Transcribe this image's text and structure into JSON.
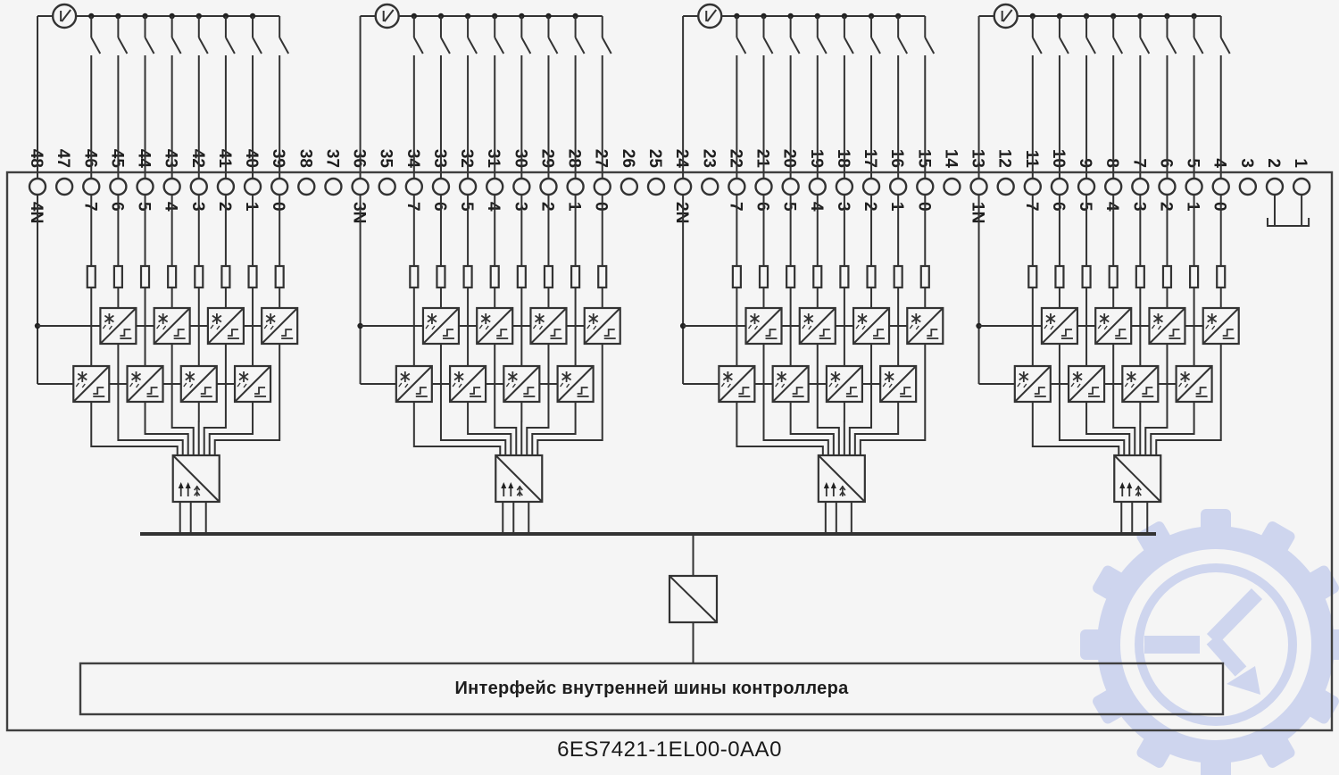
{
  "part_number": "6ES7421-1EL00-0AA0",
  "bus_interface": {
    "label": "Интерфейс внутренней шины контроллера"
  },
  "colors": {
    "background": "#f5f5f5",
    "line": "#333333",
    "text": "#1f1f1f",
    "bus_bar": "#111111",
    "watermark": "#ccd4ee"
  },
  "symbols": {
    "voltage_source": "voltage-source-icon",
    "switch": "contact-switch-icon",
    "resistor": "resistor-icon",
    "optocoupler": "optocoupler-icon",
    "mux": "group-multiplexer-icon",
    "bus_driver": "bus-driver-icon",
    "watermark_logo": "gear-with-K-arrow-icon"
  },
  "jumper_terminals": [
    "2",
    "1"
  ],
  "groups": [
    {
      "id": "group-4n",
      "power_channel": "4N",
      "power_terminal": "48",
      "input_terminals": [
        "46",
        "45",
        "44",
        "43",
        "42",
        "41",
        "40",
        "39"
      ],
      "input_channels": [
        "7",
        "6",
        "5",
        "4",
        "3",
        "2",
        "1",
        "0"
      ]
    },
    {
      "id": "group-3n",
      "power_channel": "3N",
      "power_terminal": "36",
      "input_terminals": [
        "34",
        "33",
        "32",
        "31",
        "30",
        "29",
        "28",
        "27"
      ],
      "input_channels": [
        "7",
        "6",
        "5",
        "4",
        "3",
        "2",
        "1",
        "0"
      ]
    },
    {
      "id": "group-2n",
      "power_channel": "2N",
      "power_terminal": "24",
      "input_terminals": [
        "22",
        "21",
        "20",
        "19",
        "18",
        "17",
        "16",
        "15"
      ],
      "input_channels": [
        "7",
        "6",
        "5",
        "4",
        "3",
        "2",
        "1",
        "0"
      ]
    },
    {
      "id": "group-1n",
      "power_channel": "1N",
      "power_terminal": "13",
      "input_terminals": [
        "11",
        "10",
        "9",
        "8",
        "7",
        "6",
        "5",
        "4"
      ],
      "input_channels": [
        "7",
        "6",
        "5",
        "4",
        "3",
        "2",
        "1",
        "0"
      ]
    }
  ],
  "terminals": [
    {
      "no": "48",
      "channel": "4N"
    },
    {
      "no": "47",
      "channel": ""
    },
    {
      "no": "46",
      "channel": "7"
    },
    {
      "no": "45",
      "channel": "6"
    },
    {
      "no": "44",
      "channel": "5"
    },
    {
      "no": "43",
      "channel": "4"
    },
    {
      "no": "42",
      "channel": "3"
    },
    {
      "no": "41",
      "channel": "2"
    },
    {
      "no": "40",
      "channel": "1"
    },
    {
      "no": "39",
      "channel": "0"
    },
    {
      "no": "38",
      "channel": ""
    },
    {
      "no": "37",
      "channel": ""
    },
    {
      "no": "36",
      "channel": "3N"
    },
    {
      "no": "35",
      "channel": ""
    },
    {
      "no": "34",
      "channel": "7"
    },
    {
      "no": "33",
      "channel": "6"
    },
    {
      "no": "32",
      "channel": "5"
    },
    {
      "no": "31",
      "channel": "4"
    },
    {
      "no": "30",
      "channel": "3"
    },
    {
      "no": "29",
      "channel": "2"
    },
    {
      "no": "28",
      "channel": "1"
    },
    {
      "no": "27",
      "channel": "0"
    },
    {
      "no": "26",
      "channel": ""
    },
    {
      "no": "25",
      "channel": ""
    },
    {
      "no": "24",
      "channel": "2N"
    },
    {
      "no": "23",
      "channel": ""
    },
    {
      "no": "22",
      "channel": "7"
    },
    {
      "no": "21",
      "channel": "6"
    },
    {
      "no": "20",
      "channel": "5"
    },
    {
      "no": "19",
      "channel": "4"
    },
    {
      "no": "18",
      "channel": "3"
    },
    {
      "no": "17",
      "channel": "2"
    },
    {
      "no": "16",
      "channel": "1"
    },
    {
      "no": "15",
      "channel": "0"
    },
    {
      "no": "14",
      "channel": ""
    },
    {
      "no": "13",
      "channel": "1N"
    },
    {
      "no": "12",
      "channel": ""
    },
    {
      "no": "11",
      "channel": "7"
    },
    {
      "no": "10",
      "channel": "6"
    },
    {
      "no": "9",
      "channel": "5"
    },
    {
      "no": "8",
      "channel": "4"
    },
    {
      "no": "7",
      "channel": "3"
    },
    {
      "no": "6",
      "channel": "2"
    },
    {
      "no": "5",
      "channel": "1"
    },
    {
      "no": "4",
      "channel": "0"
    },
    {
      "no": "3",
      "channel": ""
    },
    {
      "no": "2",
      "channel": ""
    },
    {
      "no": "1",
      "channel": ""
    }
  ]
}
